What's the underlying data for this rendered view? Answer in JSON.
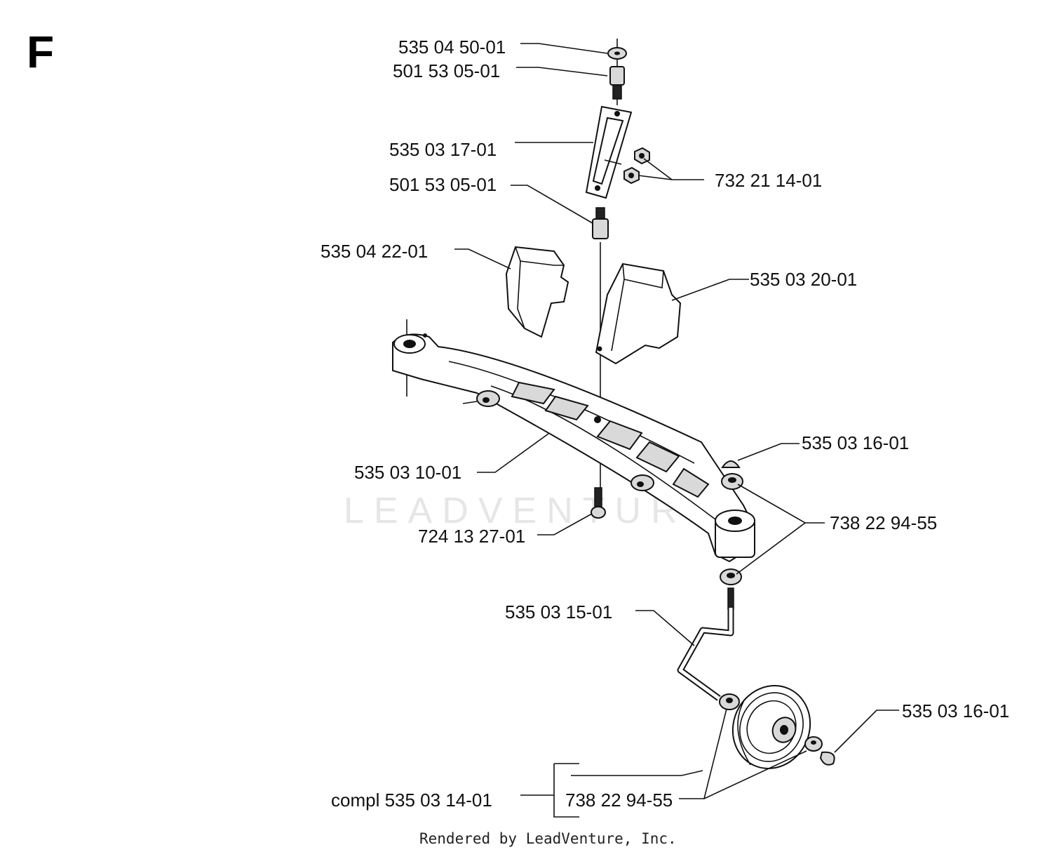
{
  "section_letter": "F",
  "watermark": "LEADVENTURE",
  "footer": "Rendered by LeadVenture, Inc.",
  "labels": {
    "washer_top": "535 04 50-01",
    "spacer_top": "501 53 05-01",
    "bracket": "535 03 17-01",
    "spacer_mid": "501 53 05-01",
    "nuts": "732 21 14-01",
    "cover_left": "535 04 22-01",
    "cover_right": "535 03 20-01",
    "arm": "535 03 10-01",
    "cap_top": "535 03 16-01",
    "bearing_top": "738 22 94-55",
    "screw": "724 13 27-01",
    "axle": "535 03 15-01",
    "cap_bottom": "535 03 16-01",
    "wheel_complete": "compl 535 03 14-01",
    "bearing_wheel": "738 22 94-55"
  }
}
